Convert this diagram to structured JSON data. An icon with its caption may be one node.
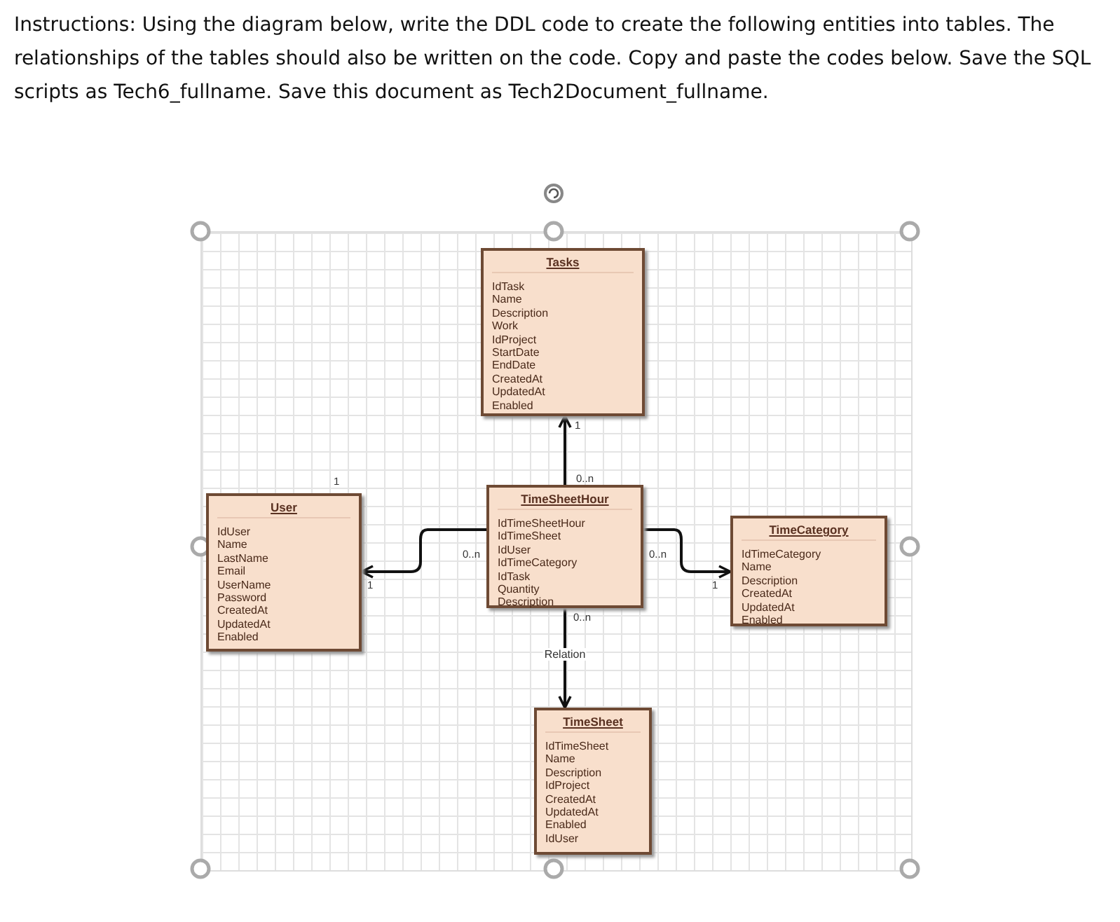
{
  "diagram": {
    "title": "Instructions: Using the diagram below, write the DDL code to create the following entities into tables. The relationships of the tables should also be written on the code. Copy and paste the codes below. Save the SQL scripts as Tech6_fullname. Save this document as Tech2Document_fullname.",
    "nodes": [
      {
        "text": [
          "Tasks",
          "IdTask Name Description Work IdProject StartDate EndDate CreatedAt UpdatedAt Enabled"
        ]
      },
      {
        "text": [
          "User",
          "IdUser Name LastName Email UserName Password CreatedAt UpdatedAt Enabled"
        ]
      },
      {
        "text": [
          "TimeSheetHour",
          "IdTimeSheetHour IdTimeSheet IdUser IdTimeCategory IdTask Quantity Description"
        ]
      },
      {
        "text": [
          "TimeCategory",
          "IdTimeCategory Name Description CreatedAt UpdatedAt Enabled"
        ]
      },
      {
        "text": [
          "TimeSheet",
          "IdTimeSheet Name Description IdProject CreatedAt UpdatedAt Enabled IdUser"
        ]
      }
    ],
    "edges": [
      {
        "from": 2,
        "to": 0,
        "arrow": "to"
      },
      {
        "from": 2,
        "to": 1,
        "arrow": "to"
      },
      {
        "from": 2,
        "to": 3,
        "arrow": "to"
      },
      {
        "from": 2,
        "to": 4,
        "arrow": "to",
        "label": "Relation"
      }
    ],
    "labels": [
      "1",
      "0..n",
      "1",
      "0..n",
      "1",
      "0..n",
      "1",
      "0..n"
    ]
  }
}
